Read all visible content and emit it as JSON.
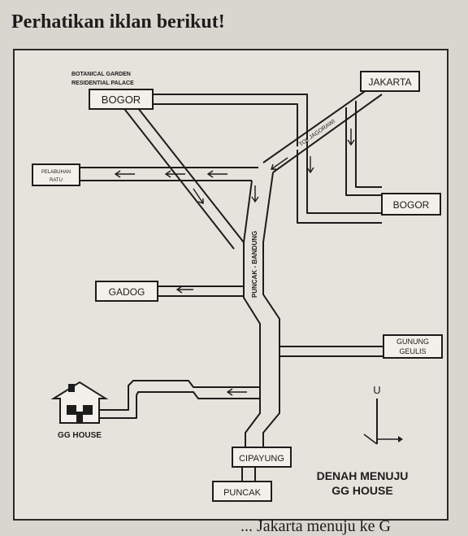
{
  "page": {
    "title": "Perhatikan iklan berikut!",
    "bottom_text": "... Jakarta menuju ke G"
  },
  "map": {
    "labels": {
      "botanical_garden": "BOTANICAL GARDEN",
      "residential_palace": "RESIDENTIAL PALACE",
      "bogor_top": "BOGOR",
      "jakarta": "JAKARTA",
      "tol_jagorawi": "TOL JAGORAWI",
      "pelabuhan": "PELABUHAN",
      "ratu": "RATU",
      "bogor_right": "BOGOR",
      "puncak_bandung": "PUNCAK - BANDUNG",
      "gadog": "GADOG",
      "gunung": "GUNUNG",
      "geulis": "GEULIS",
      "gg_house": "GG HOUSE",
      "cipayung": "CIPAYUNG",
      "puncak": "PUNCAK",
      "compass_u": "U",
      "denah_line1": "DENAH MENUJU",
      "denah_line2": "GG HOUSE"
    },
    "icons": [
      "house-icon",
      "compass-icon",
      "direction-arrow-icon"
    ]
  }
}
